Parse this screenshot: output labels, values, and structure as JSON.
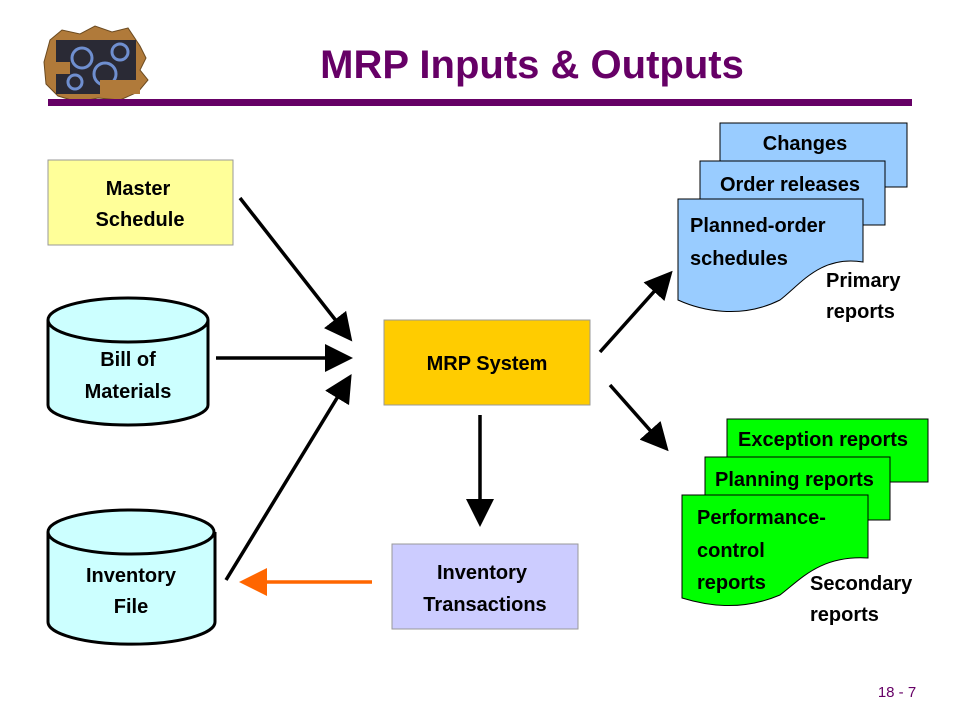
{
  "title": "MRP Inputs & Outputs",
  "page_number": "18 - 7",
  "colors": {
    "title": "#660066",
    "master": "#ffff99",
    "cylinder": "#ccffff",
    "mrp": "#ffcc00",
    "transactions": "#ccccff",
    "primary": "#99ccff",
    "secondary": "#00ff00",
    "feedback_arrow": "#ff6600"
  },
  "inputs": {
    "master_schedule": [
      "Master",
      "Schedule"
    ],
    "bill_of_materials": [
      "Bill of",
      "Materials"
    ],
    "inventory_file": [
      "Inventory",
      "File"
    ]
  },
  "mrp_system": "MRP System",
  "inventory_transactions": [
    "Inventory",
    "Transactions"
  ],
  "primary": {
    "docs": [
      "Changes",
      "Order releases"
    ],
    "front": [
      "Planned-order",
      "schedules"
    ],
    "label": [
      "Primary",
      "reports"
    ]
  },
  "secondary": {
    "docs": [
      "Exception reports",
      "Planning reports"
    ],
    "front": [
      "Performance-",
      "control",
      "reports"
    ],
    "label": [
      "Secondary",
      "reports"
    ]
  }
}
